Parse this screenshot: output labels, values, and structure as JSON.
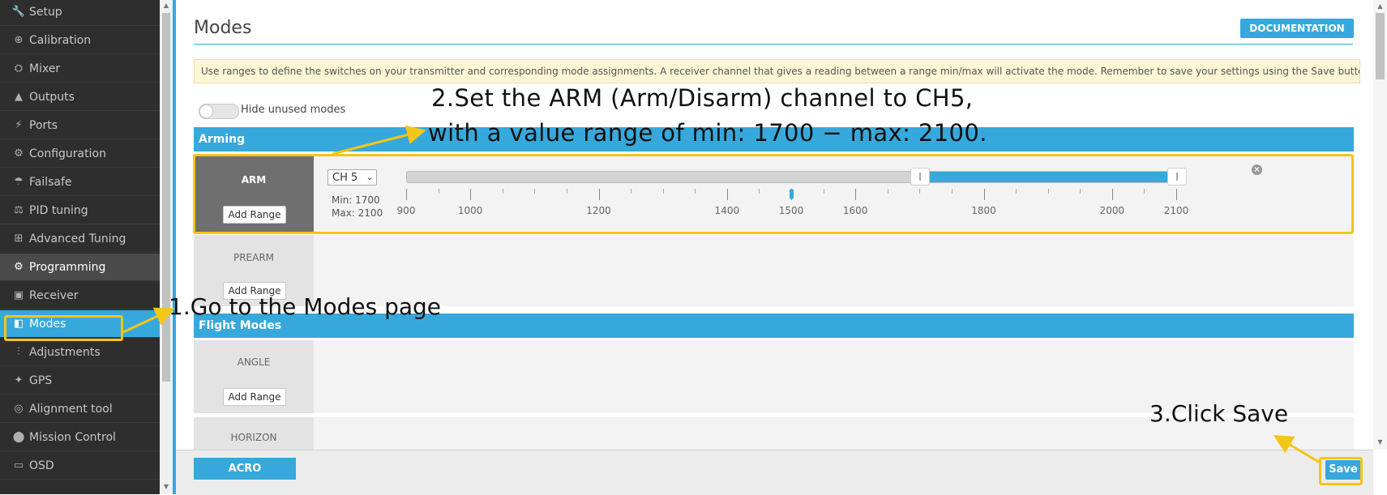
{
  "sidebar": {
    "items": [
      {
        "label": "Setup",
        "icon": "wrench-icon",
        "glyph": "🔧"
      },
      {
        "label": "Calibration",
        "icon": "crosshair-icon",
        "glyph": "⊕"
      },
      {
        "label": "Mixer",
        "icon": "mixer-icon",
        "glyph": "⛭"
      },
      {
        "label": "Outputs",
        "icon": "outputs-icon",
        "glyph": "▲"
      },
      {
        "label": "Ports",
        "icon": "plug-icon",
        "glyph": "⚡"
      },
      {
        "label": "Configuration",
        "icon": "gear-icon",
        "glyph": "⚙"
      },
      {
        "label": "Failsafe",
        "icon": "parachute-icon",
        "glyph": "☂"
      },
      {
        "label": "PID tuning",
        "icon": "pid-icon",
        "glyph": "⚖"
      },
      {
        "label": "Advanced Tuning",
        "icon": "advanced-tuning-icon",
        "glyph": "⊞"
      },
      {
        "label": "Programming",
        "icon": "gear-icon",
        "glyph": "⚙"
      },
      {
        "label": "Receiver",
        "icon": "receiver-icon",
        "glyph": "▣"
      },
      {
        "label": "Modes",
        "icon": "toggle-icon",
        "glyph": "◧"
      },
      {
        "label": "Adjustments",
        "icon": "sliders-icon",
        "glyph": "⫶"
      },
      {
        "label": "GPS",
        "icon": "satellite-icon",
        "glyph": "✦"
      },
      {
        "label": "Alignment tool",
        "icon": "compass-icon",
        "glyph": "◎"
      },
      {
        "label": "Mission Control",
        "icon": "map-pin-icon",
        "glyph": "⬤"
      },
      {
        "label": "OSD",
        "icon": "osd-icon",
        "glyph": "▭"
      }
    ]
  },
  "page": {
    "title": "Modes",
    "documentation_button": "DOCUMENTATION",
    "info_text": "Use ranges to define the switches on your transmitter and corresponding mode assignments. A receiver channel that gives a reading between a range min/max will activate the mode. Remember to save your settings using the Save button.",
    "hide_unused_label": "Hide unused modes"
  },
  "sections": {
    "arming": "Arming",
    "flight_modes": "Flight Modes"
  },
  "modes": {
    "arm": {
      "name": "ARM",
      "add_range": "Add Range",
      "channel": "CH 5",
      "min_label": "Min: 1700",
      "max_label": "Max: 2100",
      "range_min": 1700,
      "range_max": 2100,
      "current_value": 1500
    },
    "prearm": {
      "name": "PREARM",
      "add_range": "Add Range"
    },
    "angle": {
      "name": "ANGLE",
      "add_range": "Add Range"
    },
    "horizon": {
      "name": "HORIZON"
    }
  },
  "scale": {
    "min": 900,
    "max": 2100,
    "labels": [
      "900",
      "1000",
      "1200",
      "1400",
      "1500",
      "1600",
      "1800",
      "2000",
      "2100"
    ]
  },
  "bottom": {
    "acro_button": "ACRO",
    "save_button": "Save"
  },
  "annotations": {
    "step1": "1.Go to the Modes page",
    "step2_line1": "2.Set the ARM (Arm/Disarm) channel to CH5,",
    "step2_line2": "with a value range of min: 1700 − max: 2100.",
    "step3": "3.Click Save"
  },
  "colors": {
    "accent": "#37a8db",
    "highlight": "#f5c518",
    "sidebar_bg": "#2e2e2e"
  }
}
